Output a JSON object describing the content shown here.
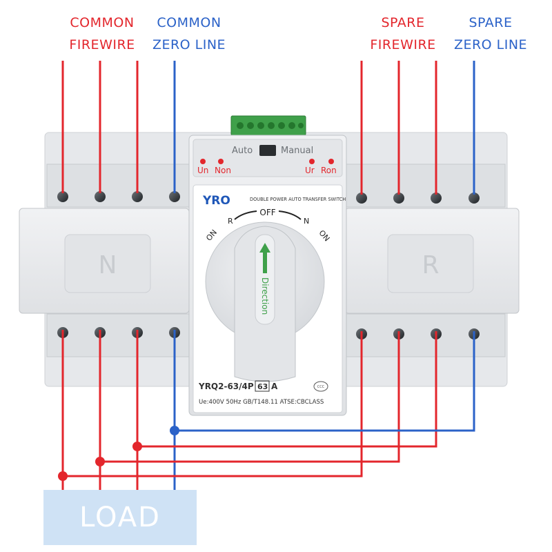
{
  "labels": {
    "common_firewire": [
      "COMMON",
      "FIREWIRE"
    ],
    "common_zero_line": [
      "COMMON",
      "ZERO LINE"
    ],
    "spare_firewire": [
      "SPARE",
      "FIREWIRE"
    ],
    "spare_zero_line": [
      "SPARE",
      "ZERO LINE"
    ],
    "load": "LOAD"
  },
  "device": {
    "brand": "YRO",
    "subtitle": "DOUBLE POWER AUTO TRANSFER SWITCH",
    "mode_auto": "Auto",
    "mode_manual": "Manual",
    "ind_un": "Un",
    "ind_non": "Non",
    "ind_ur": "Ur",
    "ind_ron": "Ron",
    "left_side_letter": "N",
    "right_side_letter": "R",
    "dial_off": "OFF",
    "dial_r": "R",
    "dial_n": "N",
    "dial_on_left": "ON",
    "dial_on_right": "ON",
    "handle_label": "Direction",
    "model_prefix": "YRQ2-63/4P",
    "model_box": "63",
    "model_suffix": "A",
    "specs": "Ue:400V  50Hz  GB/T148.11  ATSE:CBCLASS",
    "cert_mark": "CCC"
  },
  "colors": {
    "fire": "#e3262c",
    "zero": "#2b62c8",
    "load_fill": "#cfe2f5",
    "body": "#e8eaec",
    "terminal_block": "#3fa04a"
  }
}
